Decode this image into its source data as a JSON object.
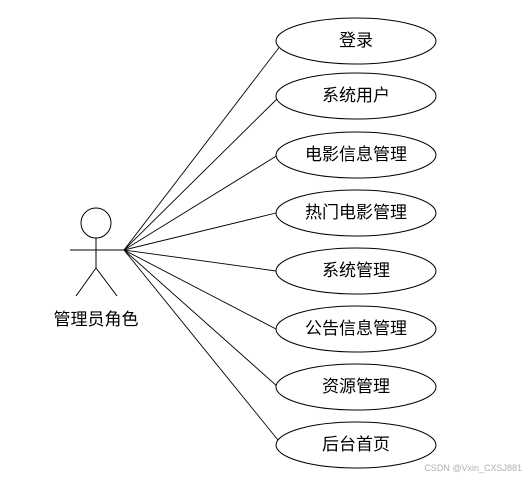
{
  "actor": {
    "name": "管理员角色"
  },
  "use_cases": [
    {
      "label": "登录"
    },
    {
      "label": "系统用户"
    },
    {
      "label": "电影信息管理"
    },
    {
      "label": "热门电影管理"
    },
    {
      "label": "系统管理"
    },
    {
      "label": "公告信息管理"
    },
    {
      "label": "资源管理"
    },
    {
      "label": "后台首页"
    }
  ],
  "watermark": "CSDN @Vxin_CXSJ881"
}
